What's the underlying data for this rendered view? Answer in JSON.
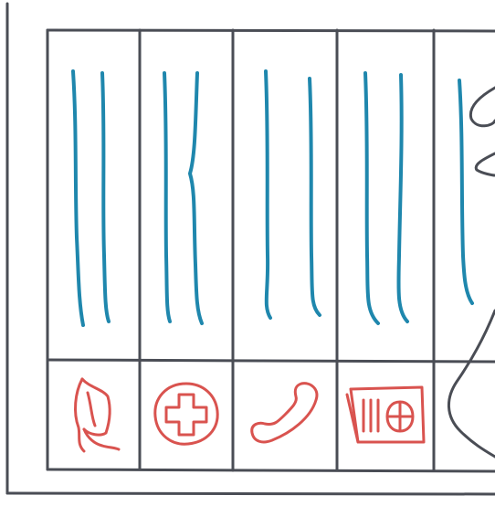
{
  "colors": {
    "frame": "#4a4d55",
    "text_lines": "#1f87ad",
    "icons": "#d9534f",
    "background": "#ffffff"
  },
  "columns": [
    {
      "name": "column-1",
      "icon": "document-icon",
      "text_line_count": 2
    },
    {
      "name": "column-2",
      "icon": "plus-circle-icon",
      "text_line_count": 2
    },
    {
      "name": "column-3",
      "icon": "phone-icon",
      "text_line_count": 2
    },
    {
      "name": "column-4",
      "icon": "device-icon",
      "text_line_count": 2
    },
    {
      "name": "column-5",
      "icon": "person-outline-icon",
      "text_line_count": 1
    }
  ]
}
